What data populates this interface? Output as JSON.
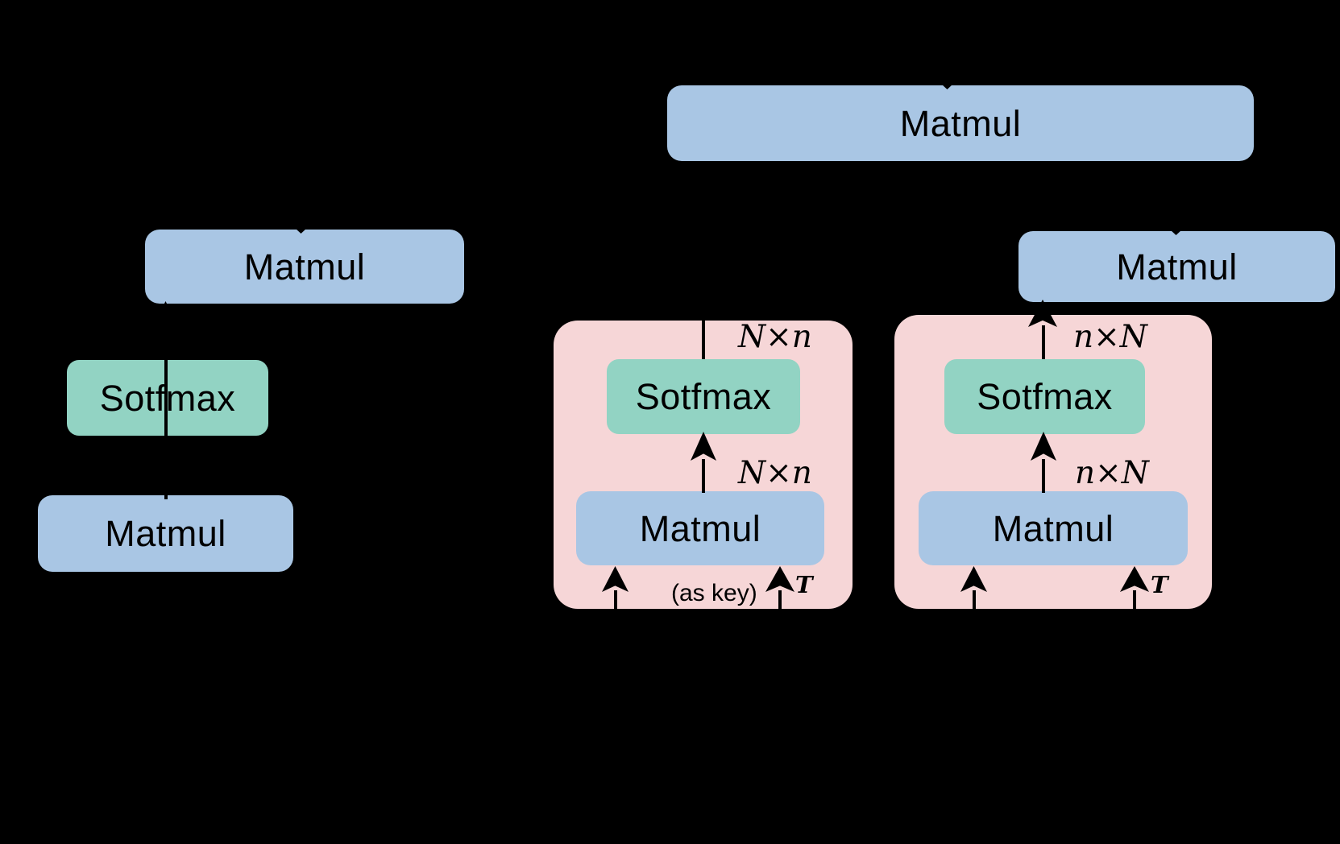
{
  "colors": {
    "background": "#000000",
    "box_blue": "#a9c6e4",
    "box_green": "#92d3c3",
    "container_pink": "#f6d6d7",
    "ink": "#000000"
  },
  "standalone_boxes": {
    "big_matmul": "Matmul",
    "left_matmul_top": "Matmul",
    "left_softmax": "Sotfmax",
    "left_matmul_bottom": "Matmul",
    "right_matmul": "Matmul"
  },
  "container_left": {
    "dim_top": "N×n",
    "softmax": "Sotfmax",
    "dim_mid": "N×n",
    "matmul": "Matmul",
    "as_key_note": "(as key)",
    "transpose": "T"
  },
  "container_right": {
    "dim_top": "n×N",
    "softmax": "Sotfmax",
    "dim_mid": "n×N",
    "matmul": "Matmul",
    "transpose": "T"
  }
}
